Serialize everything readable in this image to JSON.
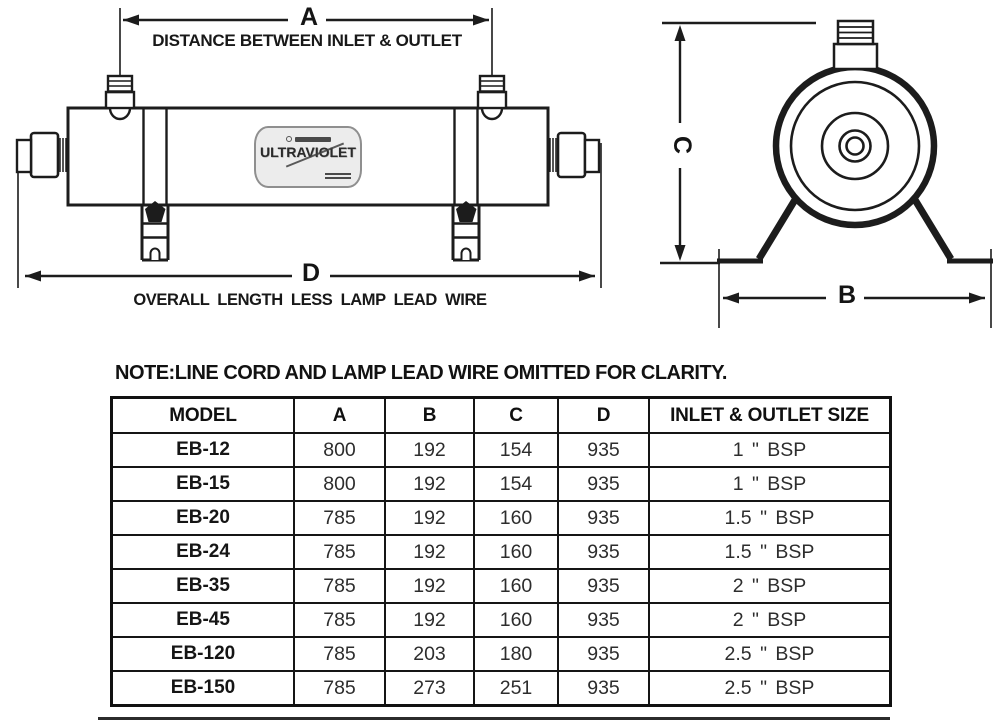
{
  "drawing": {
    "side_view": {
      "dim_a": "A",
      "dim_a_caption": "DISTANCE BETWEEN INLET & OUTLET",
      "dim_d": "D",
      "dim_d_caption": "OVERALL LENGTH LESS LAMP LEAD WIRE",
      "badge": "ULTRAVIOLET"
    },
    "end_view": {
      "dim_b": "B",
      "dim_c": "C"
    }
  },
  "note": {
    "prefix": "NOTE:",
    "text": "LINE CORD AND LAMP LEAD WIRE OMITTED FOR CLARITY."
  },
  "table": {
    "headers": [
      "MODEL",
      "A",
      "B",
      "C",
      "D",
      "INLET & OUTLET SIZE"
    ],
    "rows": [
      [
        "EB-12",
        "800",
        "192",
        "154",
        "935",
        "1 \" BSP"
      ],
      [
        "EB-15",
        "800",
        "192",
        "154",
        "935",
        "1 \" BSP"
      ],
      [
        "EB-20",
        "785",
        "192",
        "160",
        "935",
        "1.5 \" BSP"
      ],
      [
        "EB-24",
        "785",
        "192",
        "160",
        "935",
        "1.5 \" BSP"
      ],
      [
        "EB-35",
        "785",
        "192",
        "160",
        "935",
        "2 \" BSP"
      ],
      [
        "EB-45",
        "785",
        "192",
        "160",
        "935",
        "2 \" BSP"
      ],
      [
        "EB-120",
        "785",
        "203",
        "180",
        "935",
        "2.5 \" BSP"
      ],
      [
        "EB-150",
        "785",
        "273",
        "251",
        "935",
        "2.5 \" BSP"
      ]
    ]
  },
  "colors": {
    "ink": "#1c1c1c",
    "paper": "#ffffff",
    "badge_fill": "#ececec"
  }
}
